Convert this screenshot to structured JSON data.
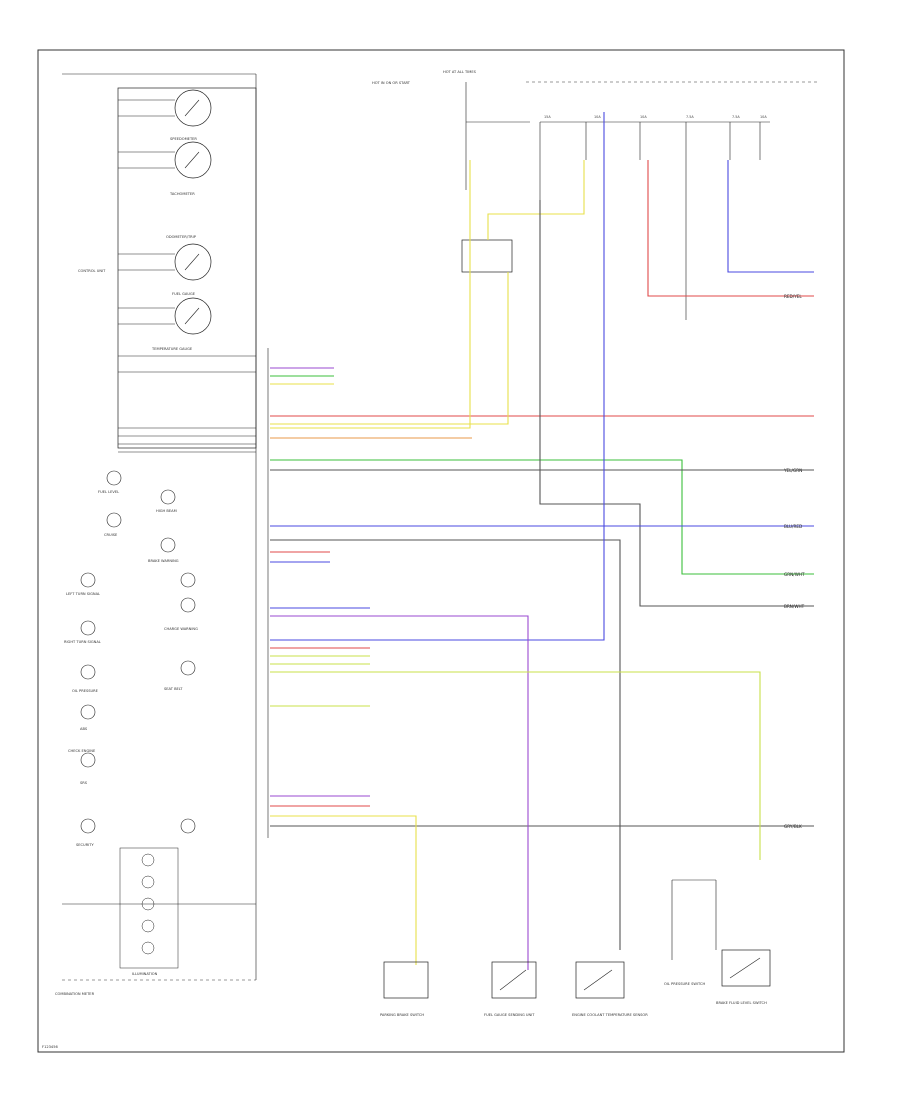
{
  "cluster": {
    "gauges": [
      "SPEEDOMETER",
      "TACHOMETER",
      "ODOMETER/TRIP",
      "FUEL GAUGE",
      "TEMPERATURE GAUGE"
    ],
    "control_unit": "CONTROL\nUNIT",
    "indicators": [
      "FUEL LEVEL",
      "HIGH BEAM",
      "CRUISE",
      "BRAKE WARNING",
      "LEFT TURN SIGNAL",
      "RIGHT TURN SIGNAL",
      "CHARGE WARNING",
      "OIL PRESSURE",
      "SEAT BELT",
      "ABS",
      "CHECK ENGINE",
      "SRS",
      "SECURITY",
      "ILLUMINATION"
    ],
    "footer": "COMBINATION METER"
  },
  "top": {
    "fuse_box": "HOT AT ALL TIMES",
    "hot_in": "HOT IN ON OR START",
    "fuses": [
      "15A",
      "10A",
      "10A",
      "7.5A",
      "7.5A",
      "10A"
    ]
  },
  "right_wires": [
    {
      "label": "RED/YEL",
      "color": "#e04a4a"
    },
    {
      "label": "YEL/GRN",
      "color": "#555555"
    },
    {
      "label": "BLU/RED",
      "color": "#4a4ae0"
    },
    {
      "label": "GRN/WHT",
      "color": "#3bbf3b"
    },
    {
      "label": "BRN/WHT",
      "color": "#555555"
    },
    {
      "label": "GRY/BLK",
      "color": "#555555"
    }
  ],
  "bottom_components": [
    "PARKING BRAKE SWITCH",
    "FUEL GAUGE SENDING UNIT",
    "ENGINE COOLANT TEMPERATURE SENSOR",
    "OIL PRESSURE SWITCH",
    "BRAKE FLUID LEVEL SWITCH"
  ],
  "footer_code": "F123456",
  "colors": {
    "red": "#e04a4a",
    "yellow": "#e8e04a",
    "blue": "#4a4ae0",
    "green": "#3bbf3b",
    "purple": "#9a4ad0",
    "orange": "#e89a4a",
    "lime": "#c8e04a",
    "gray": "#555555"
  }
}
